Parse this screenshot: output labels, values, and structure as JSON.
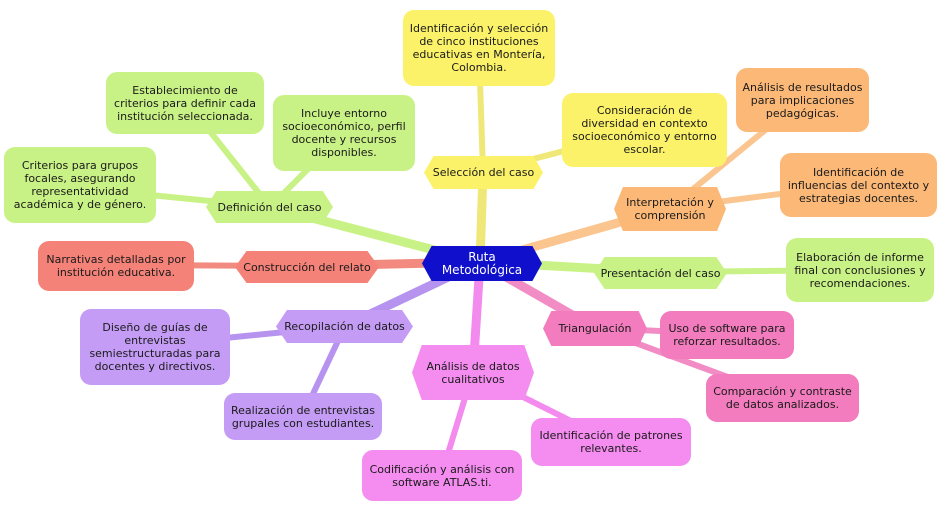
{
  "colors": {
    "center": "#1010cc",
    "yellow": "#fbf26a",
    "yellow_edge": "#efe878",
    "orange": "#fbb877",
    "orange_edge": "#fbc58f",
    "green": "#c9f286",
    "green_edge": "#c9f286",
    "red": "#f48278",
    "red_edge": "#f28a80",
    "purple": "#c49cf5",
    "purple_edge": "#b593ef",
    "magenta": "#f58cf0",
    "magenta_edge": "#f38bee",
    "pink": "#f27cbd",
    "pink_edge": "#f28cc4"
  },
  "center": {
    "label": "Ruta Metodológica"
  },
  "branches": {
    "seleccion": {
      "label": "Selección del caso",
      "leaves": [
        "Identificación y selección de cinco instituciones educativas en Montería, Colombia.",
        "Consideración de diversidad en contexto socioeconómico y entorno escolar."
      ]
    },
    "interpretacion": {
      "label": "Interpretación y comprensión",
      "leaves": [
        "Análisis de resultados para implicaciones pedagógicas.",
        "Identificación de influencias del contexto y estrategias docentes."
      ]
    },
    "presentacion": {
      "label": "Presentación del caso",
      "leaves": [
        "Elaboración de informe final con conclusiones y recomendaciones."
      ]
    },
    "triangulacion": {
      "label": "Triangulación",
      "leaves": [
        "Uso de software para reforzar resultados.",
        "Comparación y contraste de datos analizados."
      ]
    },
    "analisis": {
      "label": "Análisis de datos cualitativos",
      "leaves": [
        "Identificación de patrones relevantes.",
        "Codificación y análisis con software ATLAS.ti."
      ]
    },
    "recopilacion": {
      "label": "Recopilación de datos",
      "leaves": [
        "Diseño de guías de entrevistas semiestructuradas para docentes y directivos.",
        "Realización de entrevistas grupales con estudiantes."
      ]
    },
    "construccion": {
      "label": "Construcción del relato",
      "leaves": [
        "Narrativas detalladas por institución educativa."
      ]
    },
    "definicion": {
      "label": "Definición del caso",
      "leaves": [
        "Establecimiento de criterios para definir cada institución seleccionada.",
        "Incluye entorno socioeconómico, perfil docente y recursos disponibles.",
        "Criterios para grupos focales, asegurando representatividad académica y de género."
      ]
    }
  }
}
